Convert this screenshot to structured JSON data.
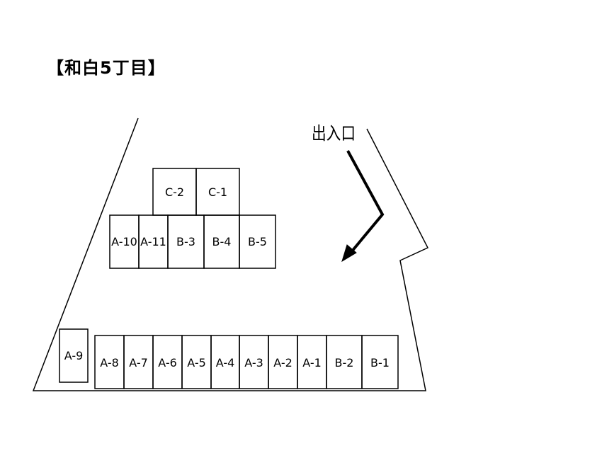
{
  "title": "【和白5丁目】",
  "entrance_label": "出入口",
  "colors": {
    "line": "#000000",
    "background": "#ffffff"
  },
  "spaces": {
    "top_row": [
      "C-2",
      "C-1"
    ],
    "middle_row": [
      "A-10",
      "A-11",
      "B-3",
      "B-4",
      "B-5"
    ],
    "single": [
      "A-9"
    ],
    "bottom_row": [
      "A-8",
      "A-7",
      "A-6",
      "A-5",
      "A-4",
      "A-3",
      "A-2",
      "A-1",
      "B-2",
      "B-1"
    ]
  }
}
